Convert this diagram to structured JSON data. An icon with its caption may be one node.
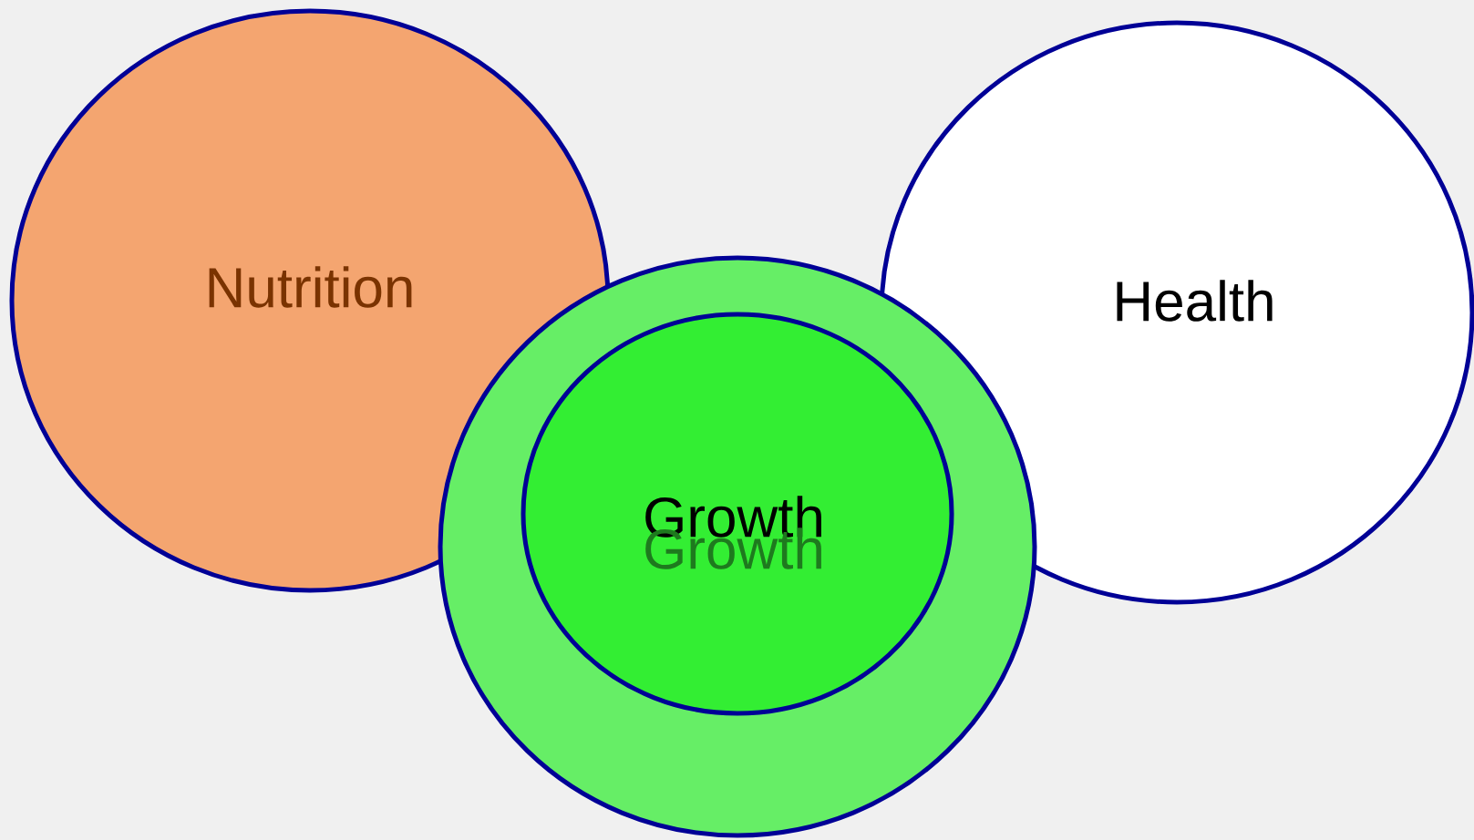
{
  "diagram": {
    "nodes": [
      {
        "text": [
          "Nutrition"
        ]
      },
      {
        "text": [],
        "shape": "circle"
      },
      {
        "text": [
          "Growth",
          "Growth"
        ],
        "in": 1
      },
      {
        "text": [
          "Health"
        ]
      }
    ]
  }
}
